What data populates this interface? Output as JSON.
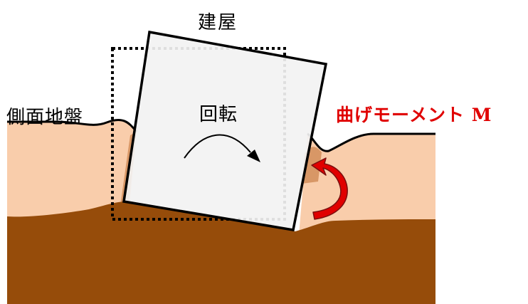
{
  "labels": {
    "building": "建屋",
    "side_ground": "側面地盤",
    "rotation": "回転",
    "bending_moment": "曲げモーメント M"
  },
  "colors": {
    "upper_soil": "#f9cdab",
    "lower_soil": "#964c0a",
    "soil_shade": "#d89766",
    "building_fill": "#f2f2f2",
    "outline": "#000000",
    "moment_arrow": "#e00000",
    "moment_arrow_edge": "#7a1010"
  }
}
